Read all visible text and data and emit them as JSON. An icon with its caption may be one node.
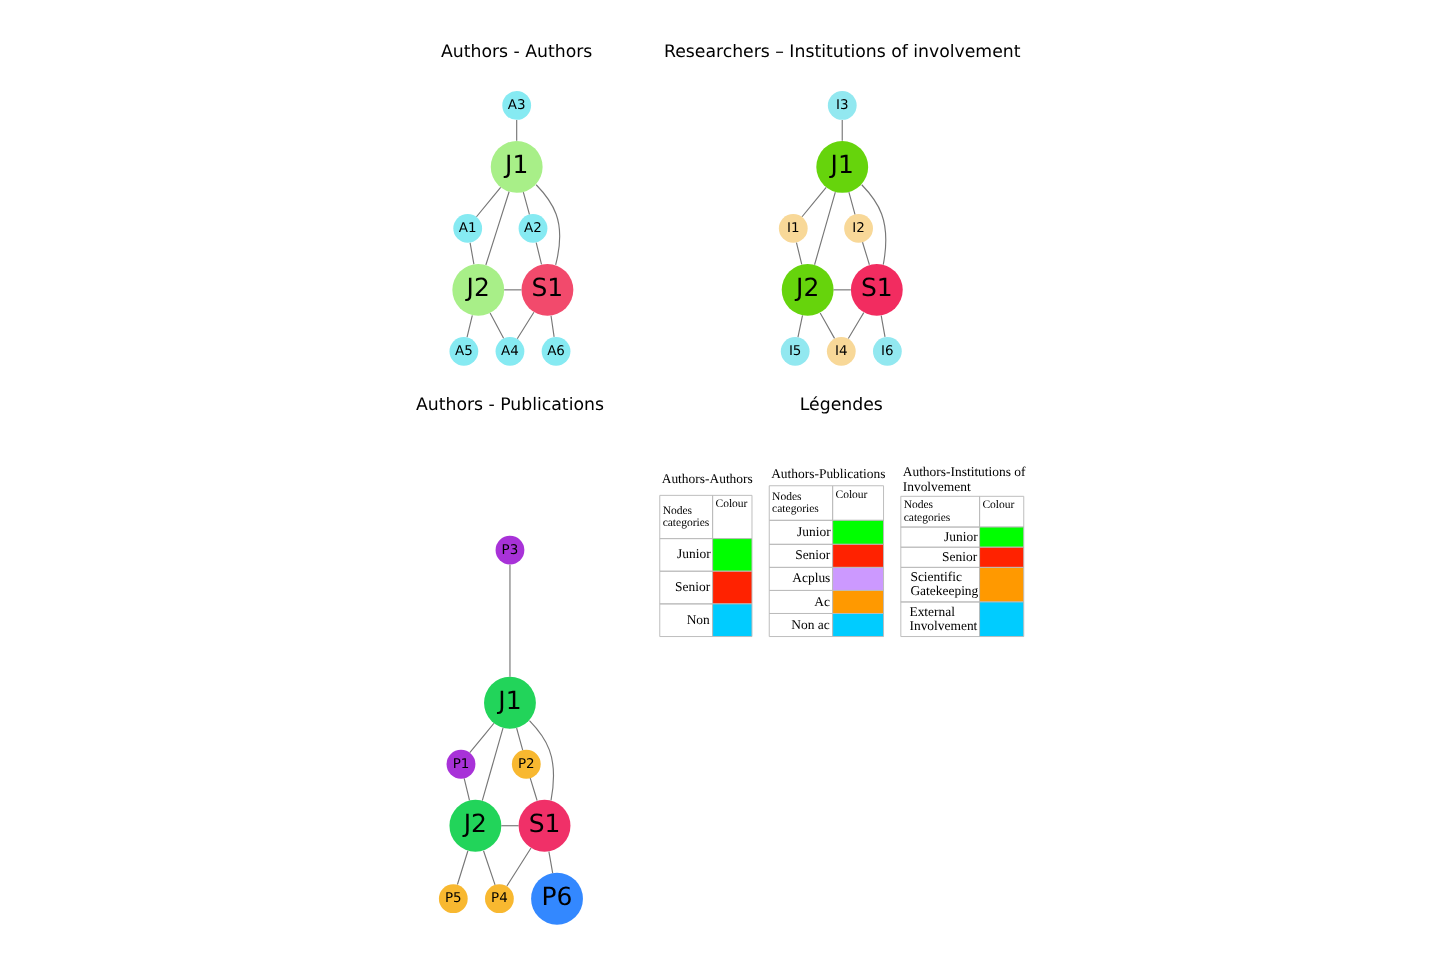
{
  "diagram": {
    "nodes": [
      {
        "text": [
          "A3"
        ]
      },
      {
        "text": [
          "J1"
        ]
      },
      {
        "text": [
          "A1"
        ]
      },
      {
        "text": [
          "A2"
        ]
      },
      {
        "text": [
          "J2"
        ]
      },
      {
        "text": [
          "S1"
        ]
      },
      {
        "text": [
          "A5"
        ]
      },
      {
        "text": [
          "A4"
        ]
      },
      {
        "text": [
          "A6"
        ]
      },
      {
        "text": [
          "I3"
        ]
      },
      {
        "text": [
          "J1"
        ]
      },
      {
        "text": [
          "I1"
        ]
      },
      {
        "text": [
          "I2"
        ]
      },
      {
        "text": [
          "J2"
        ]
      },
      {
        "text": [
          "S1"
        ]
      },
      {
        "text": [
          "I5"
        ]
      },
      {
        "text": [
          "I4"
        ]
      },
      {
        "text": [
          "I6"
        ]
      },
      {
        "text": [
          "P3"
        ]
      },
      {
        "text": [
          "J1"
        ]
      },
      {
        "text": [
          "P1"
        ]
      },
      {
        "text": [
          "P2"
        ]
      },
      {
        "text": [
          "J2"
        ]
      },
      {
        "text": [
          "S1"
        ]
      },
      {
        "text": [
          "P5"
        ]
      },
      {
        "text": [
          "P4"
        ]
      },
      {
        "text": [
          "P6"
        ]
      }
    ],
    "edges": [
      {
        "from": 0,
        "to": 1,
        "arrow": "none"
      },
      {
        "from": 1,
        "to": 2,
        "arrow": "none"
      },
      {
        "from": 1,
        "to": 3,
        "arrow": "none"
      },
      {
        "from": 1,
        "to": 4,
        "arrow": "none"
      },
      {
        "from": 1,
        "to": 5,
        "arrow": "none"
      },
      {
        "from": 2,
        "to": 4,
        "arrow": "none"
      },
      {
        "from": 3,
        "to": 5,
        "arrow": "none"
      },
      {
        "from": 4,
        "to": 5,
        "arrow": "none"
      },
      {
        "from": 4,
        "to": 6,
        "arrow": "none"
      },
      {
        "from": 4,
        "to": 7,
        "arrow": "none"
      },
      {
        "from": 5,
        "to": 7,
        "arrow": "none"
      },
      {
        "from": 5,
        "to": 8,
        "arrow": "none"
      },
      {
        "from": 9,
        "to": 10,
        "arrow": "none"
      },
      {
        "from": 10,
        "to": 11,
        "arrow": "none"
      },
      {
        "from": 10,
        "to": 12,
        "arrow": "none"
      },
      {
        "from": 10,
        "to": 13,
        "arrow": "none"
      },
      {
        "from": 10,
        "to": 14,
        "arrow": "none"
      },
      {
        "from": 11,
        "to": 13,
        "arrow": "none"
      },
      {
        "from": 12,
        "to": 14,
        "arrow": "none"
      },
      {
        "from": 13,
        "to": 14,
        "arrow": "none"
      },
      {
        "from": 13,
        "to": 15,
        "arrow": "none"
      },
      {
        "from": 13,
        "to": 16,
        "arrow": "none"
      },
      {
        "from": 14,
        "to": 16,
        "arrow": "none"
      },
      {
        "from": 14,
        "to": 17,
        "arrow": "none"
      },
      {
        "from": 18,
        "to": 19,
        "arrow": "none"
      },
      {
        "from": 19,
        "to": 20,
        "arrow": "none"
      },
      {
        "from": 19,
        "to": 21,
        "arrow": "none"
      },
      {
        "from": 19,
        "to": 22,
        "arrow": "none"
      },
      {
        "from": 19,
        "to": 23,
        "arrow": "none"
      },
      {
        "from": 20,
        "to": 22,
        "arrow": "none"
      },
      {
        "from": 21,
        "to": 23,
        "arrow": "none"
      },
      {
        "from": 22,
        "to": 23,
        "arrow": "none"
      },
      {
        "from": 22,
        "to": 24,
        "arrow": "none"
      },
      {
        "from": 22,
        "to": 25,
        "arrow": "none"
      },
      {
        "from": 23,
        "to": 25,
        "arrow": "none"
      },
      {
        "from": 23,
        "to": 26,
        "arrow": "none"
      }
    ],
    "labels": [
      "Authors - Authors",
      "Researchers – Institutions of involvement",
      "Authors - Publications",
      "Légendes",
      "Authors-Authors",
      "Nodes categories",
      "Colour",
      "Authors-Publications",
      "Nodes categories",
      "Colour",
      "Authors-Institutions of Involvement",
      "Nodes categories",
      "Colour"
    ],
    "legend": [
      {
        "text": "Junior",
        "color": "#00ff00"
      },
      {
        "text": "Senior",
        "color": "#ff2200"
      },
      {
        "text": "Non",
        "color": "#00ccff"
      },
      {
        "text": "Junior",
        "color": "#00ff00"
      },
      {
        "text": "Senior",
        "color": "#ff2200"
      },
      {
        "text": "Acplus",
        "color": "#cc99ff"
      },
      {
        "text": "Ac",
        "color": "#ff9900"
      },
      {
        "text": "Non ac",
        "color": "#00ccff"
      },
      {
        "text": "Junior",
        "color": "#00ff00"
      },
      {
        "text": "Senior",
        "color": "#ff2200"
      },
      {
        "text": "Scientific Gatekeeping",
        "color": "#ff9900"
      },
      {
        "text": "External Involvement",
        "color": "#00ccff"
      }
    ]
  }
}
